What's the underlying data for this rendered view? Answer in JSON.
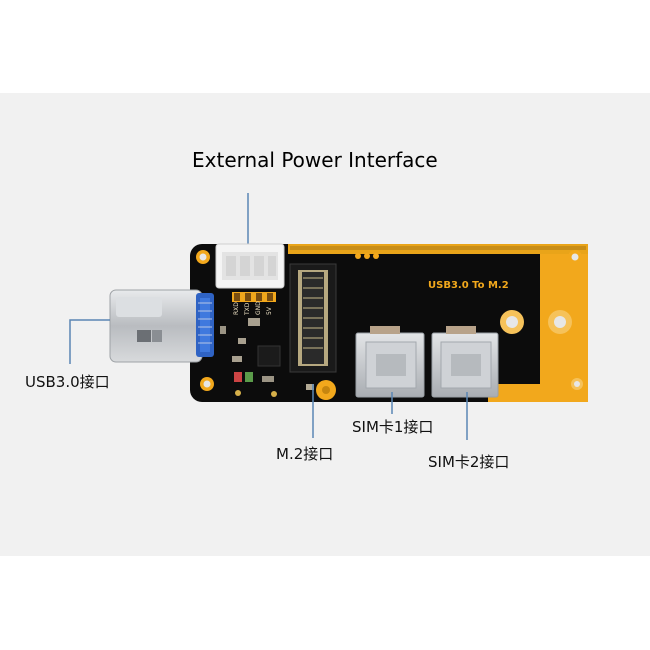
{
  "title": "External Power Interface",
  "board_silk_text": "USB3.0 To M.2",
  "pin_labels": [
    "RXD",
    "TXD",
    "GND",
    "5V"
  ],
  "callouts": {
    "usb": "USB3.0接口",
    "m2": "M.2接口",
    "sim1": "SIM卡1接口",
    "sim2": "SIM卡2接口"
  },
  "colors": {
    "pcb": "#0c0c0c",
    "gold": "#f2a81c",
    "leader": "#5a86b4",
    "usb_blue": "#2f63c4",
    "metal": "#c9ccd0"
  }
}
